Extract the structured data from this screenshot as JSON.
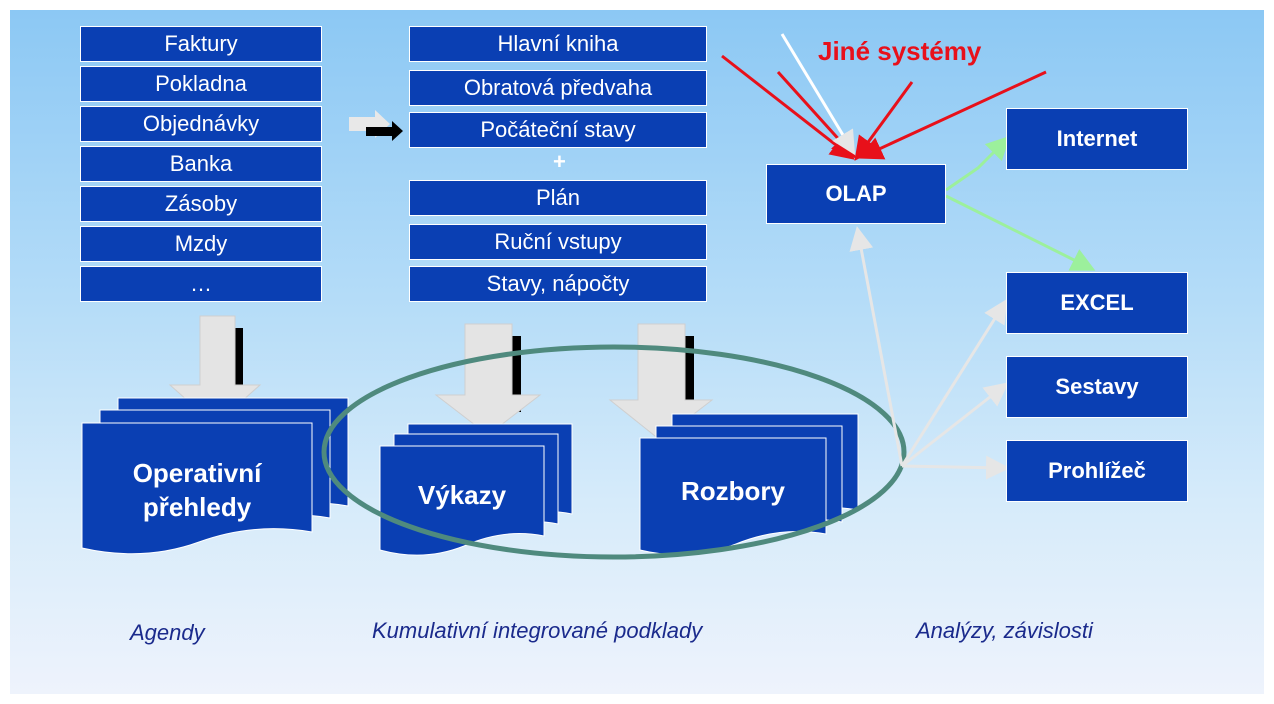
{
  "agendy": {
    "items": [
      "Faktury",
      "Pokladna",
      "Objednávky",
      "Banka",
      "Zásoby",
      "Mzdy",
      "…"
    ],
    "caption": "Agendy",
    "document": [
      "Operativní",
      "přehledy"
    ]
  },
  "podklady": {
    "items_top": [
      "Hlavní kniha",
      "Obratová předvaha",
      "Počáteční stavy"
    ],
    "plus": "+",
    "items_bottom": [
      "Plán",
      "Ruční vstupy",
      "Stavy, nápočty"
    ],
    "caption": "Kumulativní integrované podklady",
    "doc_vykazy": "Výkazy",
    "doc_rozbory": "Rozbory"
  },
  "analyzy": {
    "jine_systemy": "Jiné systémy",
    "olap": "OLAP",
    "outputs": [
      "Internet",
      "EXCEL",
      "Sestavy",
      "Prohlížeč"
    ],
    "caption": "Analýzy, závislosti"
  },
  "colors": {
    "box_blue": "#0a3fb3",
    "ellipse": "#4f8a7e",
    "red_arrows": "#e8101a",
    "green_arrows": "#9cf09c",
    "caption_text": "#1a2a8c"
  }
}
